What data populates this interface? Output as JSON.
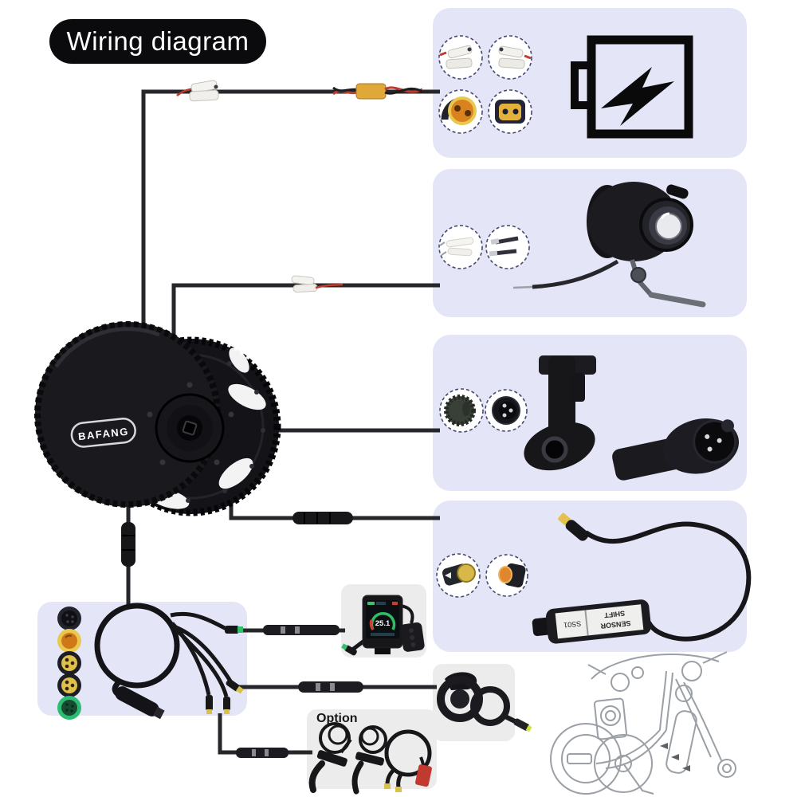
{
  "title": "Wiring diagram",
  "colors": {
    "lavender": "#e4e6f8",
    "panel_gray": "#ececec",
    "wire": "#26262b",
    "black_part": "#17171a",
    "title_bg": "#0b0b0d",
    "accent_yellow": "#ddba44",
    "accent_orange": "#d9821f",
    "accent_green": "#35c06b",
    "accent_red": "#c23a2e",
    "sketch_gray": "#9aa0a6"
  },
  "motor": {
    "brand": "BAFANG",
    "description": "mid-drive motor unit with chainring"
  },
  "panels": {
    "battery": {
      "name": "battery connection",
      "icon": "battery-lightning-icon",
      "connector_views": 4
    },
    "headlight": {
      "name": "headlight connection",
      "connector_views": 2
    },
    "speed_sensor": {
      "name": "speed sensor connection",
      "connector_views": 2
    },
    "shift_sensor": {
      "name": "shift sensor connection",
      "connector_views": 2,
      "label_line1": "SHIFT",
      "label_line2": "SENSOR",
      "model": "SS01"
    },
    "display": {
      "name": "display connection",
      "speed_readout": "25.1"
    },
    "throttle": {
      "name": "thumb throttle connection"
    },
    "option": {
      "label": "Option",
      "name": "optional brake levers and brake sensor cable"
    },
    "harness": {
      "name": "1-to-4 main wiring harness",
      "connector_colors": [
        "black",
        "orange",
        "yellow",
        "yellow",
        "green"
      ]
    }
  },
  "bike_sketch": {
    "name": "installation sketch of e-bike with motor, display, battery and cabling"
  }
}
